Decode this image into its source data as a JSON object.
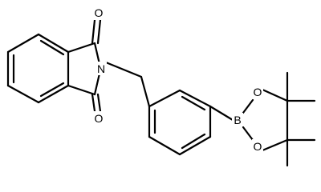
{
  "molecule": {
    "atom_labels": {
      "o_top": "O",
      "n": "N",
      "o_bottom": "O",
      "b": "B",
      "o_ring_top": "O",
      "o_ring_bottom": "O"
    }
  }
}
